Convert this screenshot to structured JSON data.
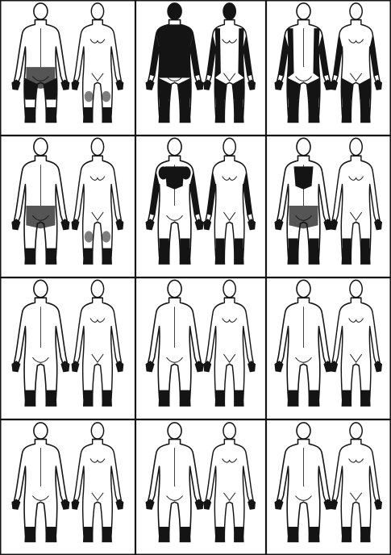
{
  "plate": {
    "rows": 4,
    "cols": 3,
    "ink": "#141414",
    "paper": "#ffffff",
    "panels": [
      {
        "id": "r1c1",
        "back": [
          "buttocks",
          "thighs",
          "hands",
          "feet"
        ],
        "front": [
          "knees",
          "hands",
          "feet"
        ]
      },
      {
        "id": "r1c2",
        "back": [
          "head",
          "trunk",
          "arms",
          "thighs",
          "legs",
          "hands",
          "feet"
        ],
        "front": [
          "head",
          "flanks",
          "arms",
          "thighs",
          "legs",
          "hands",
          "feet"
        ]
      },
      {
        "id": "r1c3",
        "back": [
          "flanks",
          "arms",
          "thighs",
          "legs",
          "hands",
          "feet"
        ],
        "front": [
          "arms",
          "thighs",
          "legs",
          "hands",
          "feet"
        ]
      },
      {
        "id": "r2c1",
        "back": [
          "buttocks",
          "hands",
          "feet"
        ],
        "front": [
          "knees",
          "hands",
          "feet"
        ]
      },
      {
        "id": "r2c2",
        "back": [
          "shoulders",
          "upper-back",
          "arms",
          "legs",
          "hands",
          "feet"
        ],
        "front": [
          "arms",
          "legs",
          "hands",
          "feet"
        ]
      },
      {
        "id": "r2c3",
        "back": [
          "upper-back",
          "buttocks",
          "legs",
          "hands",
          "feet"
        ],
        "front": [
          "legs",
          "hands",
          "feet"
        ]
      },
      {
        "id": "r3c1",
        "back": [
          "hands",
          "feet"
        ],
        "front": [
          "hands",
          "feet"
        ]
      },
      {
        "id": "r3c2",
        "back": [
          "hands",
          "feet"
        ],
        "front": [
          "hands",
          "feet"
        ]
      },
      {
        "id": "r3c3",
        "back": [
          "hands",
          "feet"
        ],
        "front": [
          "hands",
          "feet"
        ]
      },
      {
        "id": "r4c1",
        "back": [
          "hands",
          "feet"
        ],
        "front": [
          "hands",
          "feet"
        ]
      },
      {
        "id": "r4c2",
        "back": [
          "hands",
          "feet"
        ],
        "front": [
          "hands",
          "feet"
        ]
      },
      {
        "id": "r4c3",
        "back": [
          "hands",
          "feet"
        ],
        "front": [
          "hands",
          "feet"
        ]
      }
    ]
  }
}
